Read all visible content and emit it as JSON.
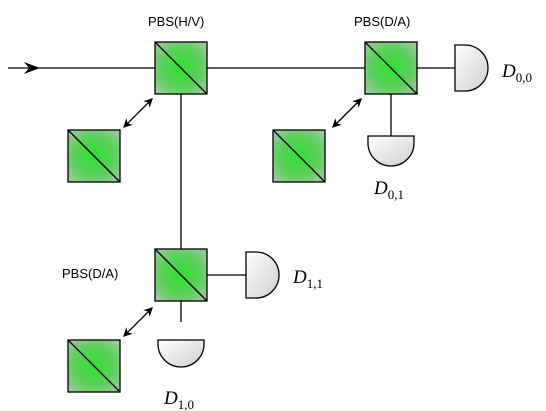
{
  "diagram": {
    "labels": {
      "pbs_hv": "PBS(H/V)",
      "pbs_da_top": "PBS(D/A)",
      "pbs_da_bottom": "PBS(D/A)"
    },
    "detectors": {
      "d00": {
        "letter": "D",
        "sub": "0,0"
      },
      "d01": {
        "letter": "D",
        "sub": "0,1"
      },
      "d11": {
        "letter": "D",
        "sub": "1,1"
      },
      "d10": {
        "letter": "D",
        "sub": "1,0"
      }
    },
    "colors": {
      "cube_center": "#33dd33",
      "cube_edge": "#9acb9a",
      "detector_fill": "#e8e8e8",
      "stroke": "#000000"
    },
    "icons": [
      "beam-arrow-icon",
      "swap-arrow-icon",
      "detector-icon",
      "beam-splitter-icon"
    ]
  }
}
